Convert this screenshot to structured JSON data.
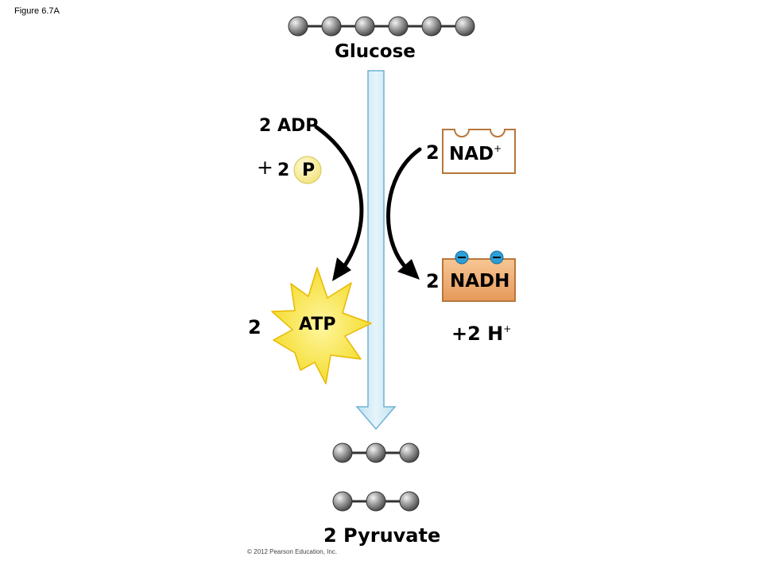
{
  "figure_label": "Figure 6.7A",
  "glucose": {
    "label": "Glucose",
    "carbon_count": 6
  },
  "adp": {
    "label": "2 ADP"
  },
  "phosphate": {
    "plus": "+",
    "coefficient": "2",
    "symbol": "P"
  },
  "nad": {
    "coefficient": "2",
    "label": "NAD",
    "superscript": "+"
  },
  "nadh": {
    "coefficient": "2",
    "label": "NADH"
  },
  "hydrogen": {
    "label": "+2 H",
    "superscript": "+"
  },
  "atp": {
    "coefficient": "2",
    "label": "ATP"
  },
  "pyruvate": {
    "label": "2 Pyruvate",
    "carbons_per_molecule": 3
  },
  "copyright": "© 2012 Pearson Education, Inc.",
  "colors": {
    "carbon_ball": "#8a8a8a",
    "flow_arrow": "#cfe8f5",
    "flow_arrow_stroke": "#6fb2d4",
    "phosphate_fill": "#fdf3a2",
    "atp_fill": "#f7e22a",
    "nadh_fill": "#f1b27a",
    "nad_stroke": "#b8763a",
    "electron": "#2b9fd8"
  }
}
